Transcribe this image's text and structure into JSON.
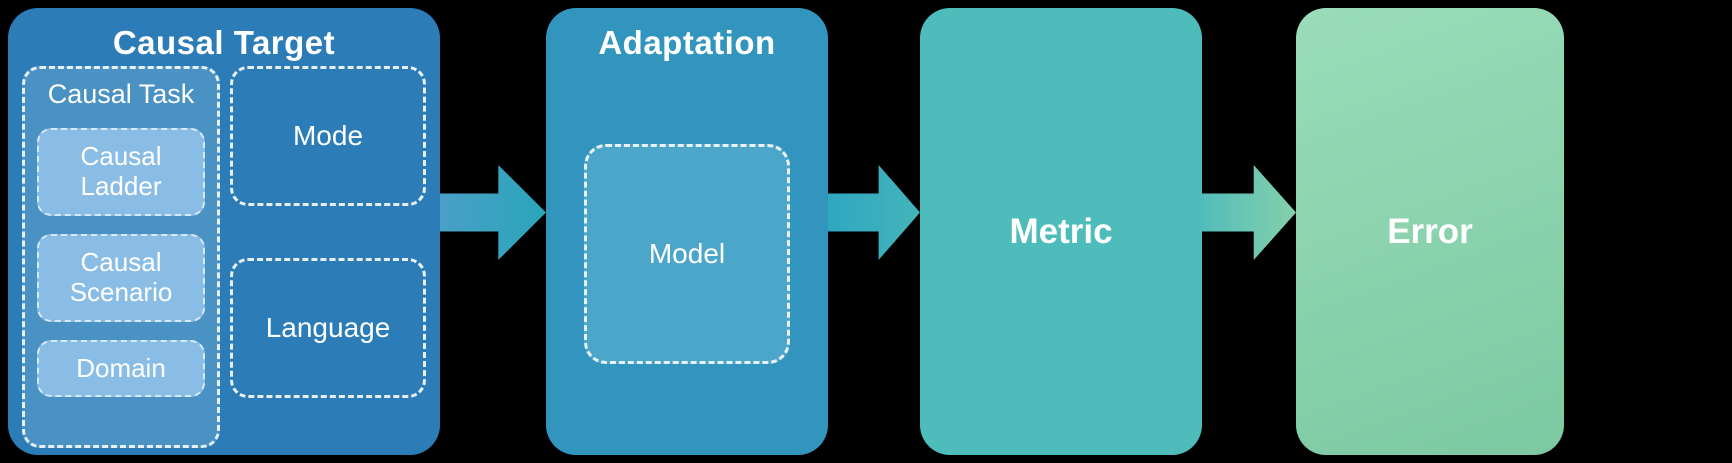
{
  "colors": {
    "background": "#000000",
    "causal_target_block": "#2C7CB7",
    "causal_task_panel": "#4A92C4",
    "causal_task_chip": "#8ABDE5",
    "adaptation_block": "#3295BE",
    "model_box": "#4CA6C9",
    "metric_block": "#4EBCBA",
    "error_block_gradient_start": "#9ADCB9",
    "error_block_gradient_end": "#7CC9A2",
    "arrow_teal": "#2AA6BB",
    "dashed_border": "#E8F1F8",
    "text": "#FFFFFF"
  },
  "blocks": {
    "causal_target": {
      "title": "Causal Target",
      "causal_task": {
        "title": "Causal Task",
        "items": [
          "Causal Ladder",
          "Causal Scenario",
          "Domain"
        ]
      },
      "mode_label": "Mode",
      "language_label": "Language"
    },
    "adaptation": {
      "title": "Adaptation",
      "model_label": "Model"
    },
    "metric": {
      "title": "Metric"
    },
    "error": {
      "title": "Error"
    }
  }
}
